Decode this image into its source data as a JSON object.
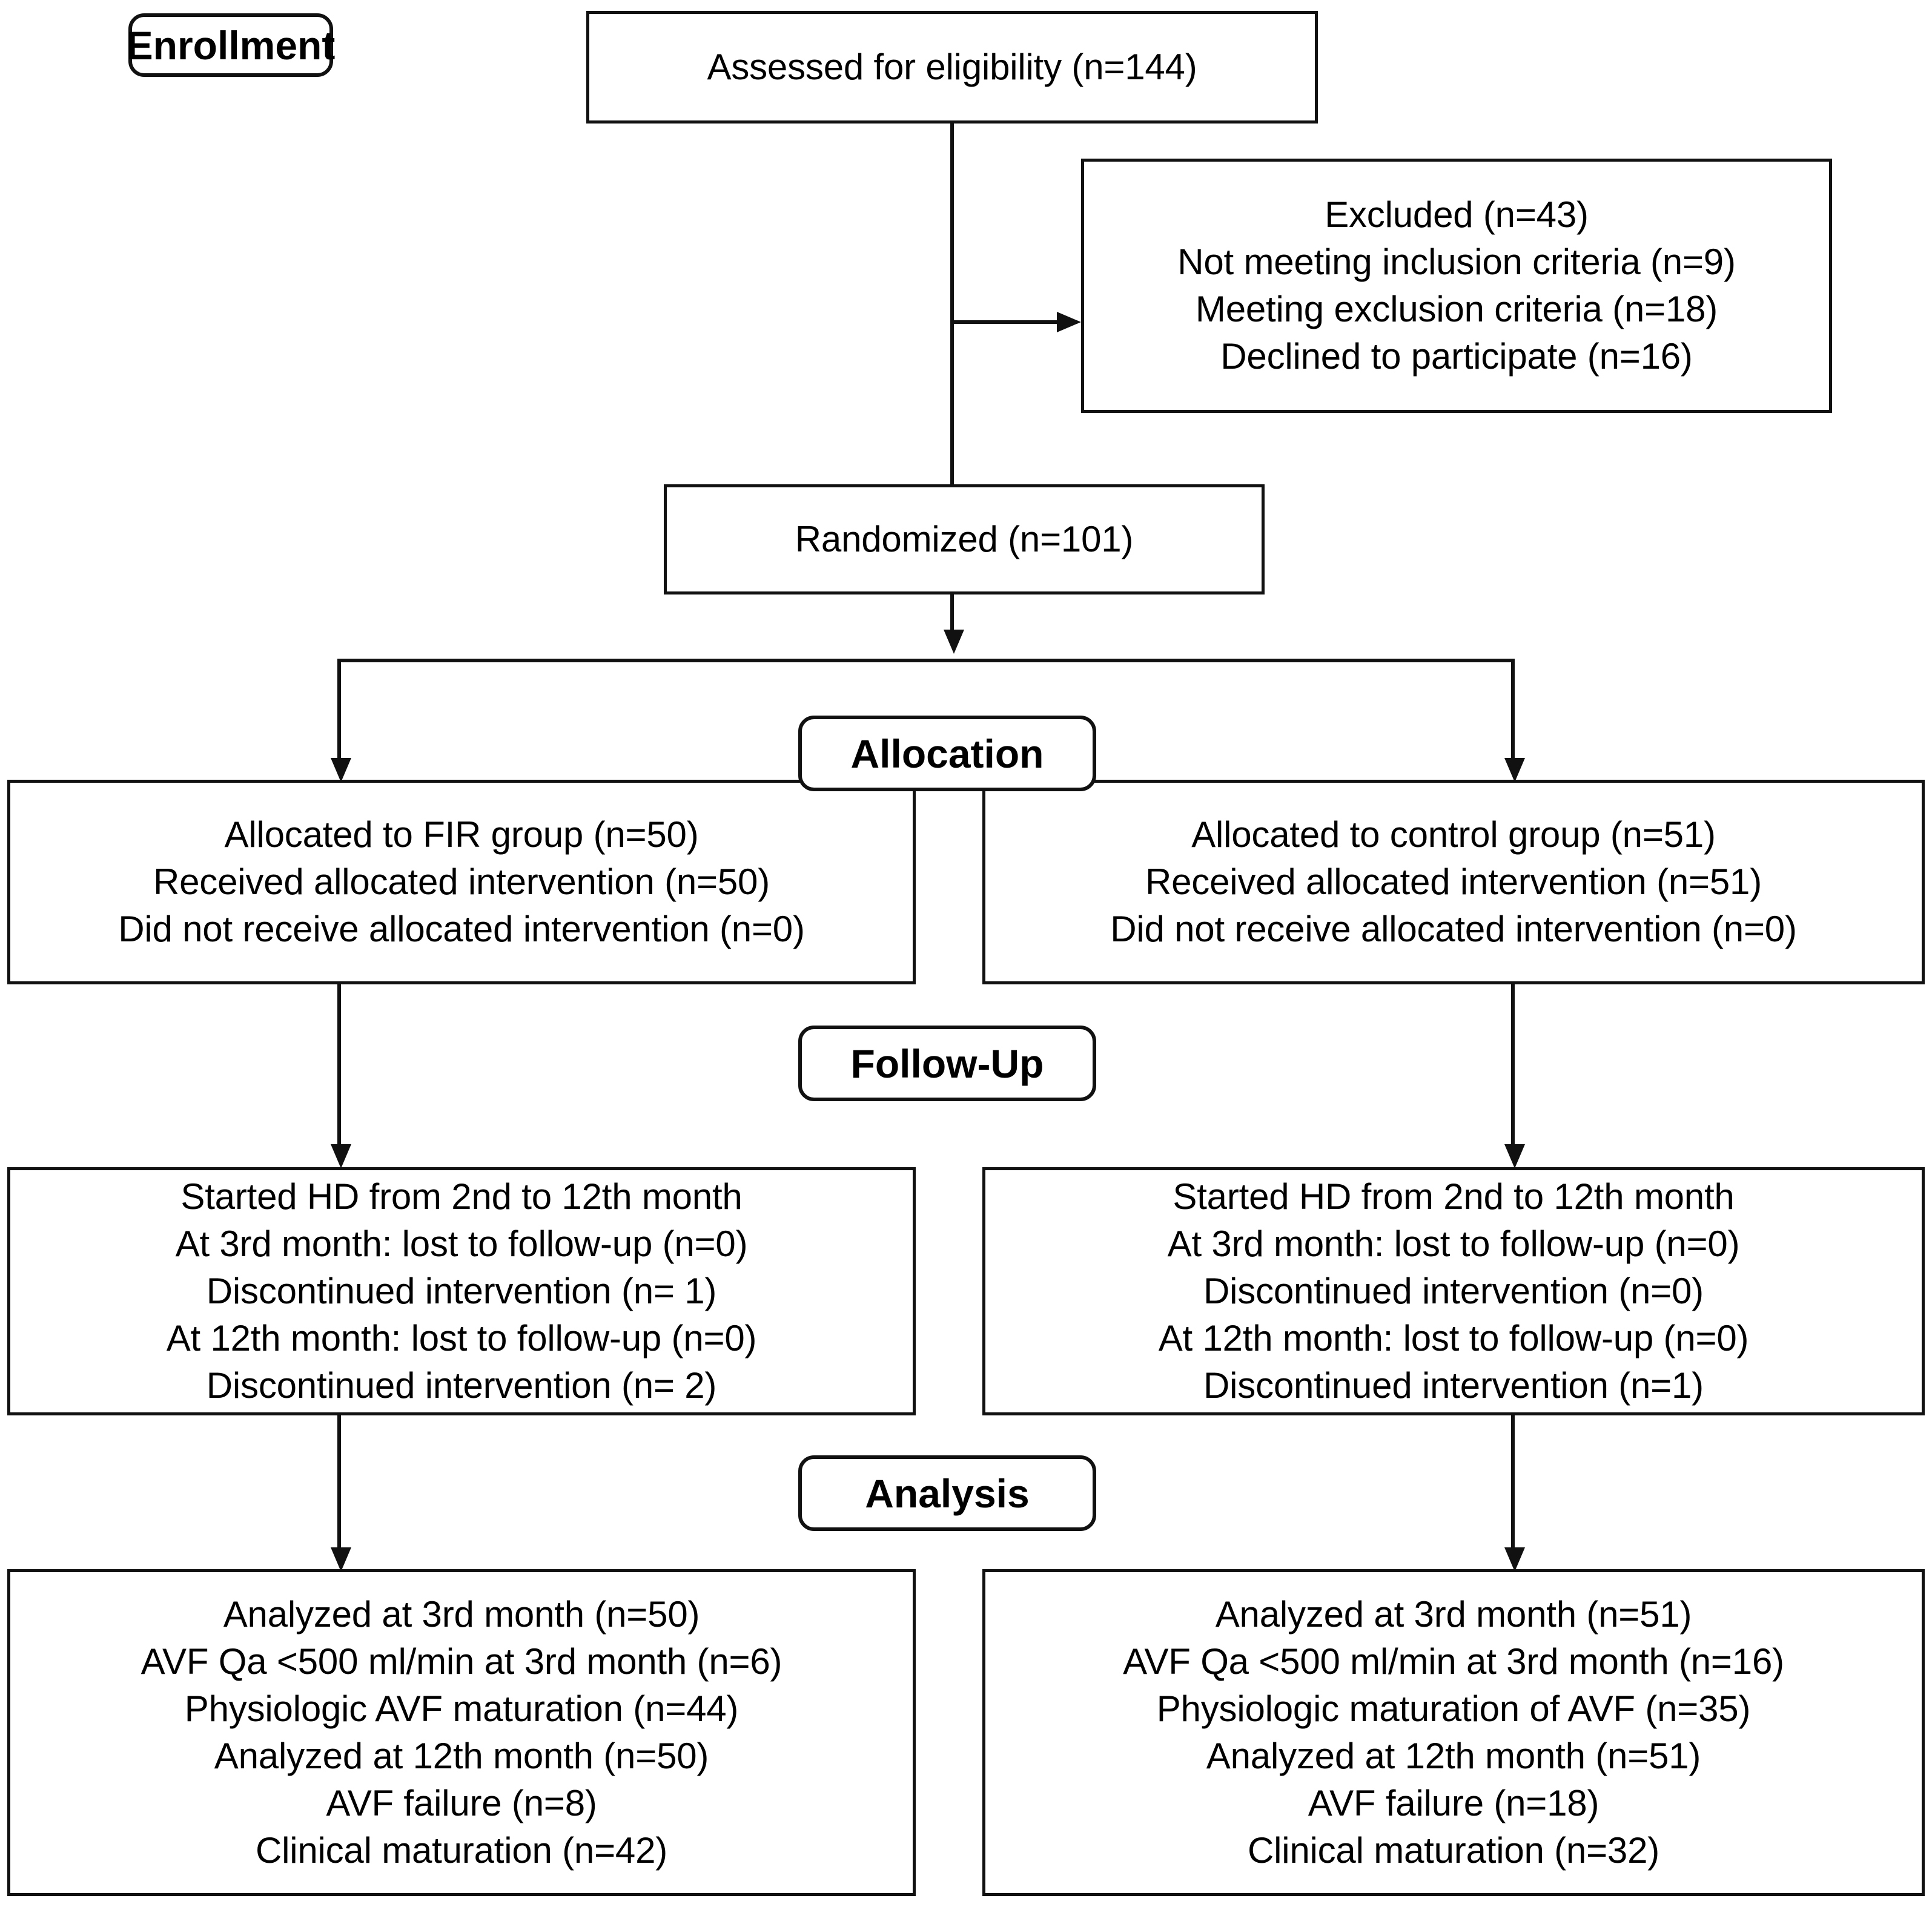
{
  "diagram": {
    "type": "CONSORT flow diagram",
    "stages": [
      {
        "id": "enrollment",
        "label": "Enrollment"
      },
      {
        "id": "allocation",
        "label": "Allocation"
      },
      {
        "id": "followup",
        "label": "Follow-Up"
      },
      {
        "id": "analysis",
        "label": "Analysis"
      }
    ],
    "assessed": {
      "lines": [
        "Assessed for eligibility (n=144)"
      ]
    },
    "excluded": {
      "lines": [
        "Excluded (n=43)",
        "Not meeting inclusion criteria (n=9)",
        "Meeting exclusion criteria (n=18)",
        "Declined to participate (n=16)"
      ]
    },
    "randomized": {
      "lines": [
        "Randomized (n=101)"
      ]
    },
    "allocation_left": {
      "lines": [
        "Allocated to FIR group (n=50)",
        "Received allocated intervention (n=50)",
        "Did not receive allocated intervention (n=0)"
      ]
    },
    "allocation_right": {
      "lines": [
        "Allocated to control group (n=51)",
        "Received allocated intervention (n=51)",
        "Did not receive allocated intervention (n=0)"
      ]
    },
    "followup_left": {
      "lines": [
        "Started HD from 2nd to 12th month",
        "At 3rd month: lost to follow-up (n=0)",
        "Discontinued intervention (n= 1)",
        "At 12th month: lost to follow-up (n=0)",
        "Discontinued intervention (n= 2)"
      ]
    },
    "followup_right": {
      "lines": [
        "Started HD from 2nd to 12th month",
        "At 3rd month: lost to follow-up (n=0)",
        "Discontinued intervention (n=0)",
        "At 12th month: lost to follow-up (n=0)",
        "Discontinued intervention (n=1)"
      ]
    },
    "analysis_left": {
      "lines": [
        "Analyzed at 3rd month (n=50)",
        "AVF Qa <500 ml/min at 3rd month (n=6)",
        "Physiologic AVF maturation (n=44)",
        "Analyzed at 12th month (n=50)",
        "AVF failure (n=8)",
        "Clinical maturation (n=42)"
      ]
    },
    "analysis_right": {
      "lines": [
        "Analyzed at 3rd month (n=51)",
        "AVF Qa <500 ml/min at 3rd month (n=16)",
        "Physiologic maturation of AVF (n=35)",
        "Analyzed at 12th month (n=51)",
        "AVF failure (n=18)",
        "Clinical maturation (n=32)"
      ]
    },
    "colors": {
      "stroke": "#111111",
      "background": "#ffffff",
      "text": "#000000"
    }
  }
}
